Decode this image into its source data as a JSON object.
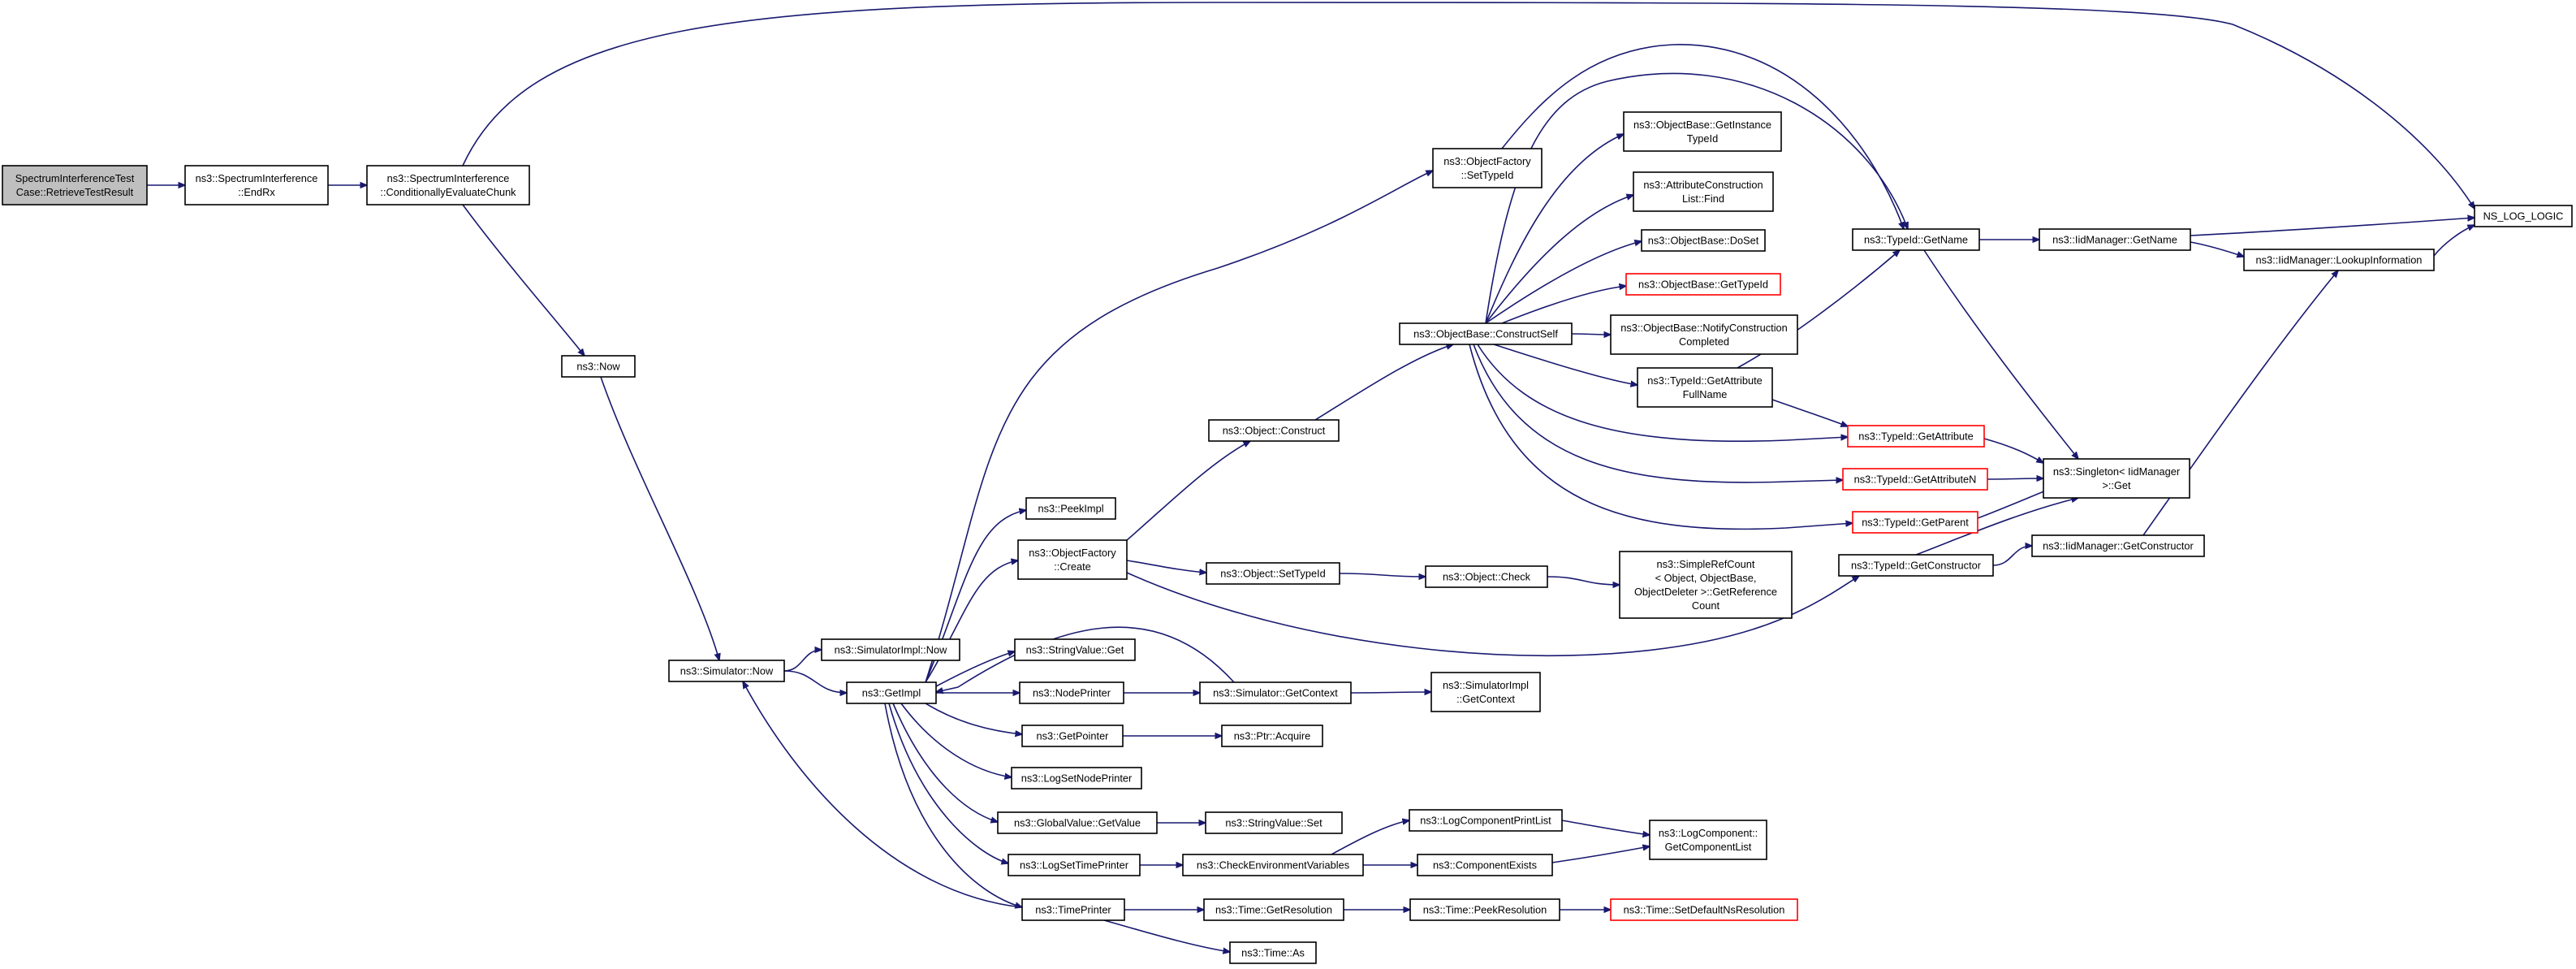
{
  "graph": {
    "edge_color": "#191970",
    "root_fill": "#bfbfbf",
    "highlight_border": "#ff0000",
    "nodes": [
      {
        "id": "n_root",
        "lines": [
          "SpectrumInterferenceTest",
          "Case::RetrieveTestResult"
        ],
        "style": "root"
      },
      {
        "id": "n_endrx",
        "lines": [
          "ns3::SpectrumInterference",
          "::EndRx"
        ]
      },
      {
        "id": "n_cond",
        "lines": [
          "ns3::SpectrumInterference",
          "::ConditionallyEvaluateChunk"
        ]
      },
      {
        "id": "n_nslog",
        "lines": [
          "NS_LOG_LOGIC"
        ]
      },
      {
        "id": "n_now",
        "lines": [
          "ns3::Now"
        ]
      },
      {
        "id": "n_simnow",
        "lines": [
          "ns3::Simulator::Now"
        ]
      },
      {
        "id": "n_simimplnow",
        "lines": [
          "ns3::SimulatorImpl::Now"
        ]
      },
      {
        "id": "n_getimpl",
        "lines": [
          "ns3::GetImpl"
        ]
      },
      {
        "id": "n_peekimpl",
        "lines": [
          "ns3::PeekImpl"
        ]
      },
      {
        "id": "n_ofcreate",
        "lines": [
          "ns3::ObjectFactory",
          "::Create"
        ]
      },
      {
        "id": "n_ofsettypeid",
        "lines": [
          "ns3::ObjectFactory",
          "::SetTypeId"
        ]
      },
      {
        "id": "n_stringget",
        "lines": [
          "ns3::StringValue::Get"
        ]
      },
      {
        "id": "n_nodeprinter",
        "lines": [
          "ns3::NodePrinter"
        ]
      },
      {
        "id": "n_getpointer",
        "lines": [
          "ns3::GetPointer"
        ]
      },
      {
        "id": "n_logsetnode",
        "lines": [
          "ns3::LogSetNodePrinter"
        ]
      },
      {
        "id": "n_gvgetvalue",
        "lines": [
          "ns3::GlobalValue::GetValue"
        ]
      },
      {
        "id": "n_logsettime",
        "lines": [
          "ns3::LogSetTimePrinter"
        ]
      },
      {
        "id": "n_timeprinter",
        "lines": [
          "ns3::TimePrinter"
        ]
      },
      {
        "id": "n_objconstruct",
        "lines": [
          "ns3::Object::Construct"
        ]
      },
      {
        "id": "n_objsettypeid",
        "lines": [
          "ns3::Object::SetTypeId"
        ]
      },
      {
        "id": "n_simgetctx",
        "lines": [
          "ns3::Simulator::GetContext"
        ]
      },
      {
        "id": "n_ptracquire",
        "lines": [
          "ns3::Ptr::Acquire"
        ]
      },
      {
        "id": "n_stringset",
        "lines": [
          "ns3::StringValue::Set"
        ]
      },
      {
        "id": "n_checkenv",
        "lines": [
          "ns3::CheckEnvironmentVariables"
        ]
      },
      {
        "id": "n_timegetres",
        "lines": [
          "ns3::Time::GetResolution"
        ]
      },
      {
        "id": "n_timeas",
        "lines": [
          "ns3::Time::As"
        ]
      },
      {
        "id": "n_obcs",
        "lines": [
          "ns3::ObjectBase::ConstructSelf"
        ]
      },
      {
        "id": "n_objcheck",
        "lines": [
          "ns3::Object::Check"
        ]
      },
      {
        "id": "n_simimplgetctx",
        "lines": [
          "ns3::SimulatorImpl",
          "::GetContext"
        ]
      },
      {
        "id": "n_logcompprint",
        "lines": [
          "ns3::LogComponentPrintList"
        ]
      },
      {
        "id": "n_compexists",
        "lines": [
          "ns3::ComponentExists"
        ]
      },
      {
        "id": "n_timepeekres",
        "lines": [
          "ns3::Time::PeekResolution"
        ]
      },
      {
        "id": "n_obgetinst",
        "lines": [
          "ns3::ObjectBase::GetInstance",
          "TypeId"
        ]
      },
      {
        "id": "n_attrconstr",
        "lines": [
          "ns3::AttributeConstruction",
          "List::Find"
        ]
      },
      {
        "id": "n_obdoset",
        "lines": [
          "ns3::ObjectBase::DoSet"
        ]
      },
      {
        "id": "n_obgettypeid",
        "lines": [
          "ns3::ObjectBase::GetTypeId"
        ],
        "style": "red"
      },
      {
        "id": "n_obnotify",
        "lines": [
          "ns3::ObjectBase::NotifyConstruction",
          "Completed"
        ]
      },
      {
        "id": "n_tidgetattrfull",
        "lines": [
          "ns3::TypeId::GetAttribute",
          "FullName"
        ]
      },
      {
        "id": "n_simplerefcount",
        "lines": [
          "ns3::SimpleRefCount",
          "< Object, ObjectBase,",
          "ObjectDeleter >::GetReference",
          "Count"
        ]
      },
      {
        "id": "n_logcompget",
        "lines": [
          "ns3::LogComponent::",
          "GetComponentList"
        ]
      },
      {
        "id": "n_timesetdef",
        "lines": [
          "ns3::Time::SetDefaultNsResolution"
        ],
        "style": "red"
      },
      {
        "id": "n_tidgetname",
        "lines": [
          "ns3::TypeId::GetName"
        ]
      },
      {
        "id": "n_tidgetattr",
        "lines": [
          "ns3::TypeId::GetAttribute"
        ],
        "style": "red"
      },
      {
        "id": "n_tidgetattrn",
        "lines": [
          "ns3::TypeId::GetAttributeN"
        ],
        "style": "red"
      },
      {
        "id": "n_tidgetparent",
        "lines": [
          "ns3::TypeId::GetParent"
        ],
        "style": "red"
      },
      {
        "id": "n_tidgetctor",
        "lines": [
          "ns3::TypeId::GetConstructor"
        ]
      },
      {
        "id": "n_iidgetname",
        "lines": [
          "ns3::IidManager::GetName"
        ]
      },
      {
        "id": "n_iidlookup",
        "lines": [
          "ns3::IidManager::LookupInformation"
        ]
      },
      {
        "id": "n_singleton",
        "lines": [
          "ns3::Singleton< IidManager",
          ">::Get"
        ]
      },
      {
        "id": "n_iidgetctor",
        "lines": [
          "ns3::IidManager::GetConstructor"
        ]
      }
    ]
  }
}
